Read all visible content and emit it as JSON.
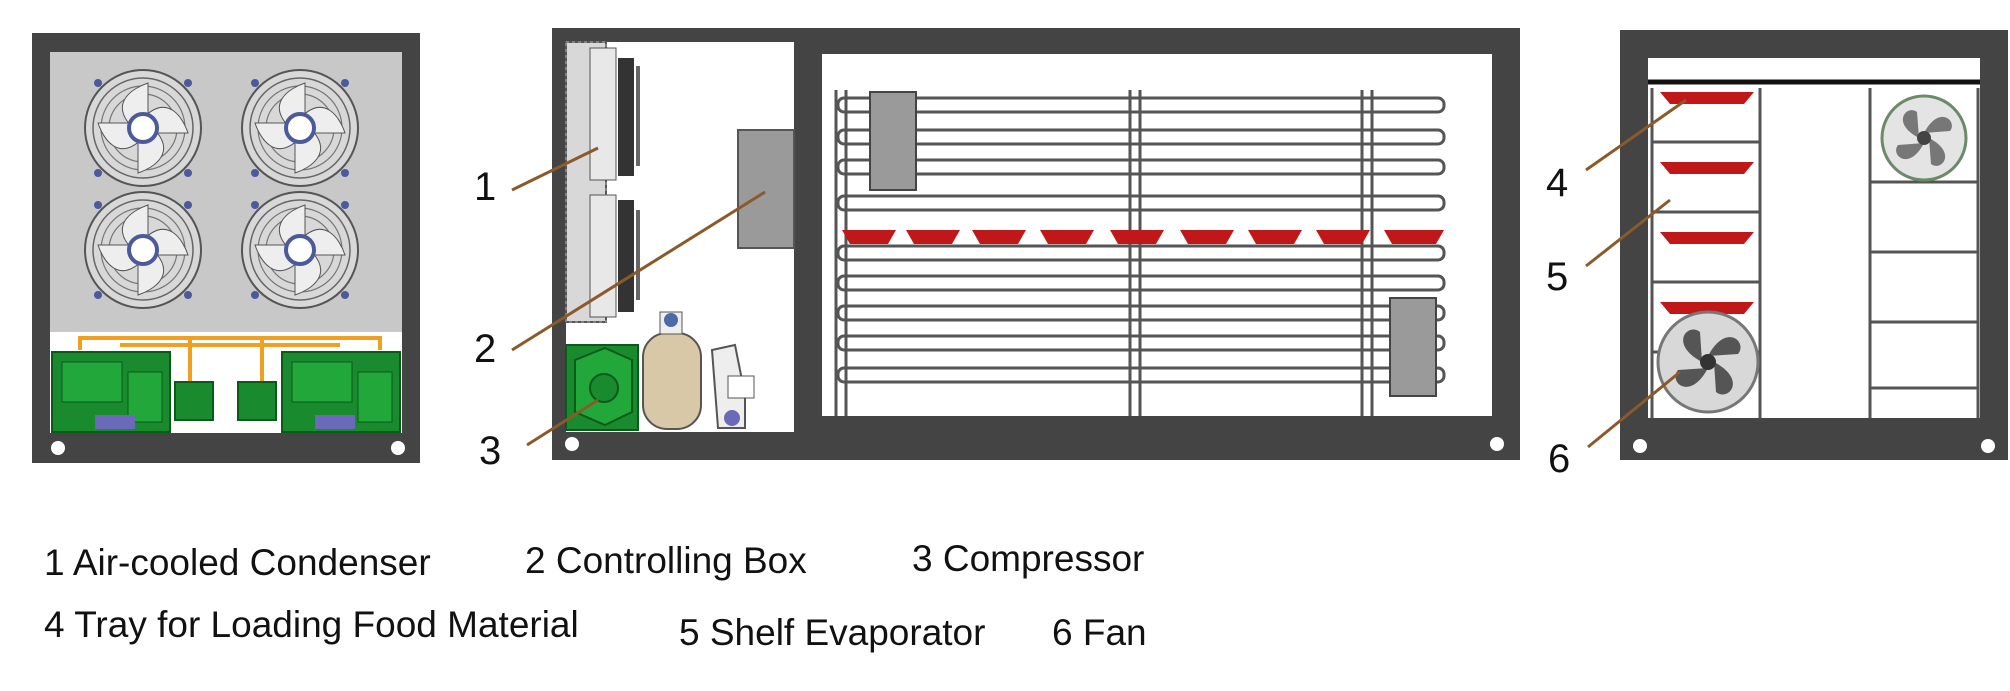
{
  "callouts": [
    {
      "num": "1"
    },
    {
      "num": "2"
    },
    {
      "num": "3"
    },
    {
      "num": "4"
    },
    {
      "num": "5"
    },
    {
      "num": "6"
    }
  ],
  "legend": {
    "item1": "1 Air-cooled Condenser",
    "item2": "2 Controlling Box",
    "item3": "3 Compressor",
    "item4": "4 Tray for Loading Food Material",
    "item5": "5 Shelf Evaporator",
    "item6": "6 Fan"
  },
  "colors": {
    "frame": "#444444",
    "panel": "#c8c8c8",
    "compressor_green": "#1a8a2e",
    "pipe_orange": "#f0a020",
    "tray_red": "#c01818",
    "tank_beige": "#d8c8a8",
    "callout_line": "#8a5a2a"
  }
}
